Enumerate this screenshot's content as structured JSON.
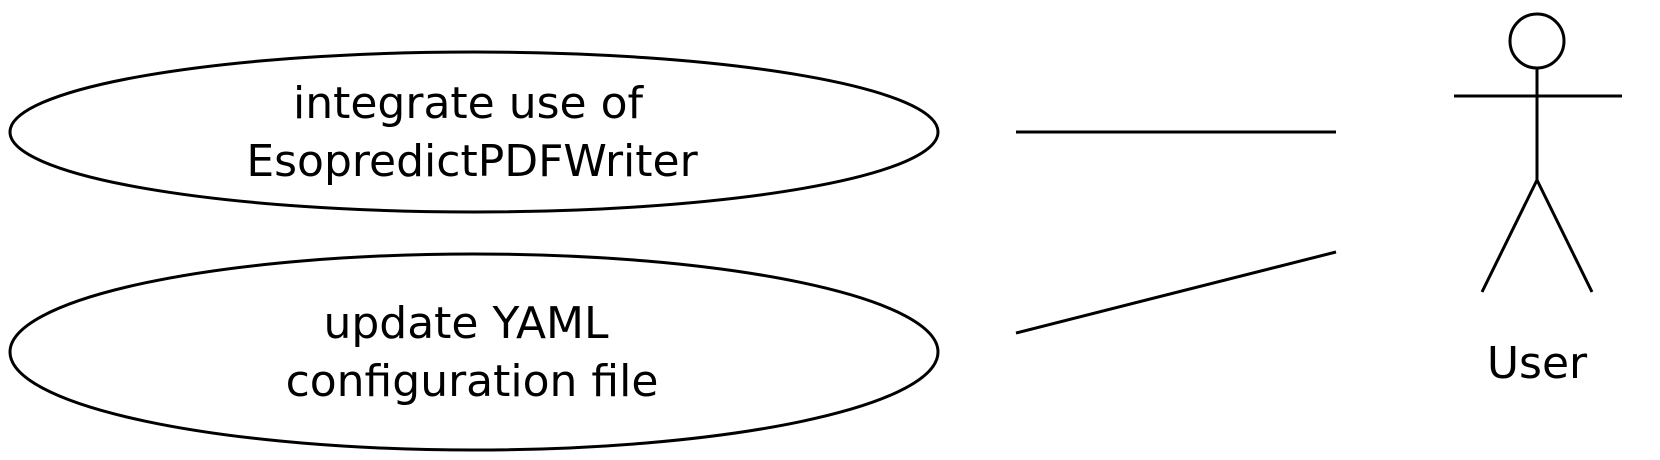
{
  "diagram": {
    "use_cases": [
      {
        "line1": "integrate use of",
        "line2": "EsopredictPDFWriter"
      },
      {
        "line1": "update YAML",
        "line2": "configuration file"
      }
    ],
    "actor": {
      "label": "User"
    },
    "colors": {
      "stroke": "#000000",
      "background": "#ffffff"
    }
  }
}
